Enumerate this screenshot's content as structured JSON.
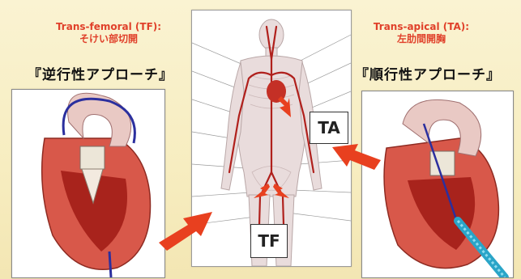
{
  "captions": {
    "tf_line1": "Trans-femoral (TF):",
    "tf_line2": "そけい部切開",
    "ta_line1": "Trans-apical (TA):",
    "ta_line2": "左肋間開胸"
  },
  "approaches": {
    "retrograde": "『逆行性アプローチ』",
    "antegrade": "『順行性アプローチ』"
  },
  "tags": {
    "ta": "TA",
    "tf": "TF"
  },
  "colors": {
    "background": "#f7edc0",
    "caption": "#e0402a",
    "arrow": "#e8401f",
    "vessel": "#b0201c"
  }
}
